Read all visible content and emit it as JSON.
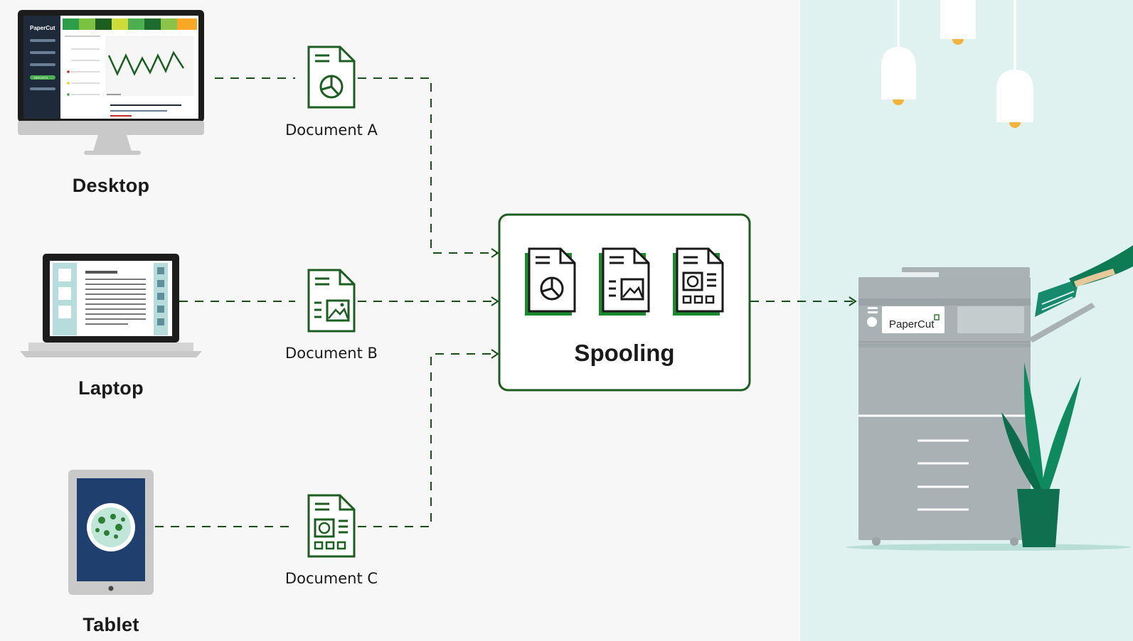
{
  "devices": [
    {
      "id": "desktop",
      "label": "Desktop"
    },
    {
      "id": "laptop",
      "label": "Laptop"
    },
    {
      "id": "tablet",
      "label": "Tablet"
    }
  ],
  "documents": [
    {
      "id": "a",
      "label": "Document A"
    },
    {
      "id": "b",
      "label": "Document B"
    },
    {
      "id": "c",
      "label": "Document C"
    }
  ],
  "spooling": {
    "label": "Spooling"
  },
  "printer": {
    "brand": "PaperCut"
  },
  "desktop_screen": {
    "logo": "PaperCut",
    "nav_badge": "REPORTS"
  },
  "colors": {
    "accent": "#1b5e20",
    "panel_bg": "#e0f2ef",
    "line": "#1a4d1a"
  }
}
